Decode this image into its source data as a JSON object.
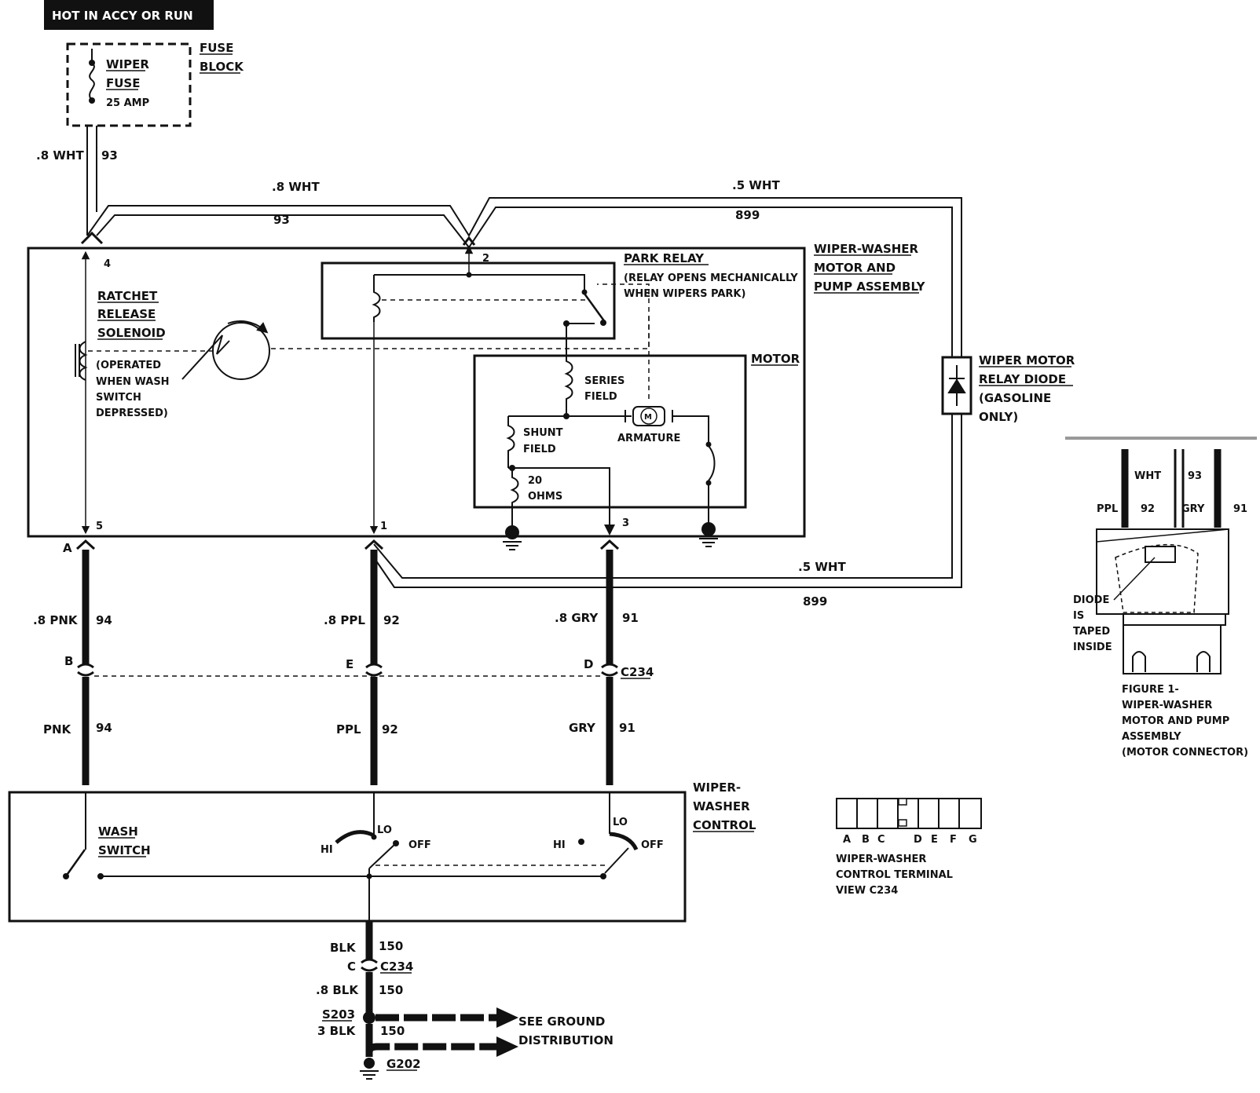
{
  "banner": "HOT IN ACCY OR RUN",
  "fuse_block": {
    "label_line1": "FUSE",
    "label_line2": "BLOCK",
    "fuse_line1": "WIPER",
    "fuse_line2": "FUSE",
    "fuse_rating": "25 AMP"
  },
  "wires": {
    "feed_gauge": ".8 WHT",
    "feed_circuit": "93",
    "top_gauge": ".8 WHT",
    "top_circuit": "93",
    "right_gauge": ".5 WHT",
    "right_circuit": "899",
    "lower_gauge": ".5  WHT",
    "lower_circuit": "899",
    "pnk_upper_gauge": ".8 PNK",
    "pnk_upper_circuit": "94",
    "ppl_upper_gauge": ".8 PPL",
    "ppl_upper_circuit": "92",
    "gry_upper_gauge": ".8 GRY",
    "gry_upper_circuit": "91",
    "pnk_lower_gauge": "PNK",
    "pnk_lower_circuit": "94",
    "ppl_lower_gauge": "PPL",
    "ppl_lower_circuit": "92",
    "gry_lower_gauge": "GRY",
    "gry_lower_circuit": "91",
    "blk_gauge": "BLK",
    "blk_circuit": "150",
    "blk2_gauge": ".8 BLK",
    "blk2_circuit": "150",
    "blk3_gauge": "3 BLK",
    "blk3_circuit": "150"
  },
  "terminals": {
    "t4": "4",
    "t2": "2",
    "t5": "5",
    "t1": "1",
    "t3": "3",
    "A": "A",
    "B": "B",
    "E": "E",
    "D": "D",
    "C": "C"
  },
  "connectors": {
    "c234": "C234",
    "c234_lower": "C234",
    "s203": "S203",
    "g202": "G202"
  },
  "assembly": {
    "line1": "WIPER-WASHER",
    "line2": "MOTOR AND",
    "line3": "PUMP ASSEMBLY"
  },
  "solenoid": {
    "line1": "RATCHET",
    "line2": "RELEASE",
    "line3": "SOLENOID",
    "note1": "(OPERATED",
    "note2": "WHEN WASH",
    "note3": "SWITCH",
    "note4": "DEPRESSED)"
  },
  "park_relay": {
    "title": "PARK RELAY",
    "note1": "(RELAY OPENS MECHANICALLY",
    "note2": "WHEN WIPERS PARK)"
  },
  "motor": {
    "title": "MOTOR",
    "series1": "SERIES",
    "series2": "FIELD",
    "shunt1": "SHUNT",
    "shunt2": "FIELD",
    "armature": "ARMATURE",
    "m": "M",
    "ohms1": "20",
    "ohms2": "OHMS"
  },
  "diode": {
    "line1": "WIPER MOTOR",
    "line2": "RELAY DIODE",
    "line3": "(GASOLINE",
    "line4": "ONLY)"
  },
  "control": {
    "line1": "WIPER-",
    "line2": "WASHER",
    "line3": "CONTROL",
    "wash1": "WASH",
    "wash2": "SWITCH",
    "lo1": "LO",
    "hi1": "HI",
    "off1": "OFF",
    "lo2": "LO",
    "hi2": "HI",
    "off2": "OFF"
  },
  "ground": {
    "line1": "SEE GROUND",
    "line2": "DISTRIBUTION"
  },
  "terminal_view": {
    "letters": [
      "A",
      "B",
      "C",
      "D",
      "E",
      "F",
      "G"
    ],
    "line1": "WIPER-WASHER",
    "line2": "CONTROL TERMINAL",
    "line3": "VIEW C234"
  },
  "figure1": {
    "wht": "WHT",
    "w93": "93",
    "ppl": "PPL",
    "w92": "92",
    "gry": "GRY",
    "w91": "91",
    "diode1": "DIODE",
    "diode2": "IS",
    "diode3": "TAPED",
    "diode4": "INSIDE",
    "cap1": "FIGURE 1-",
    "cap2": "WIPER-WASHER",
    "cap3": "MOTOR AND PUMP",
    "cap4": "ASSEMBLY",
    "cap5": "(MOTOR CONNECTOR)"
  }
}
